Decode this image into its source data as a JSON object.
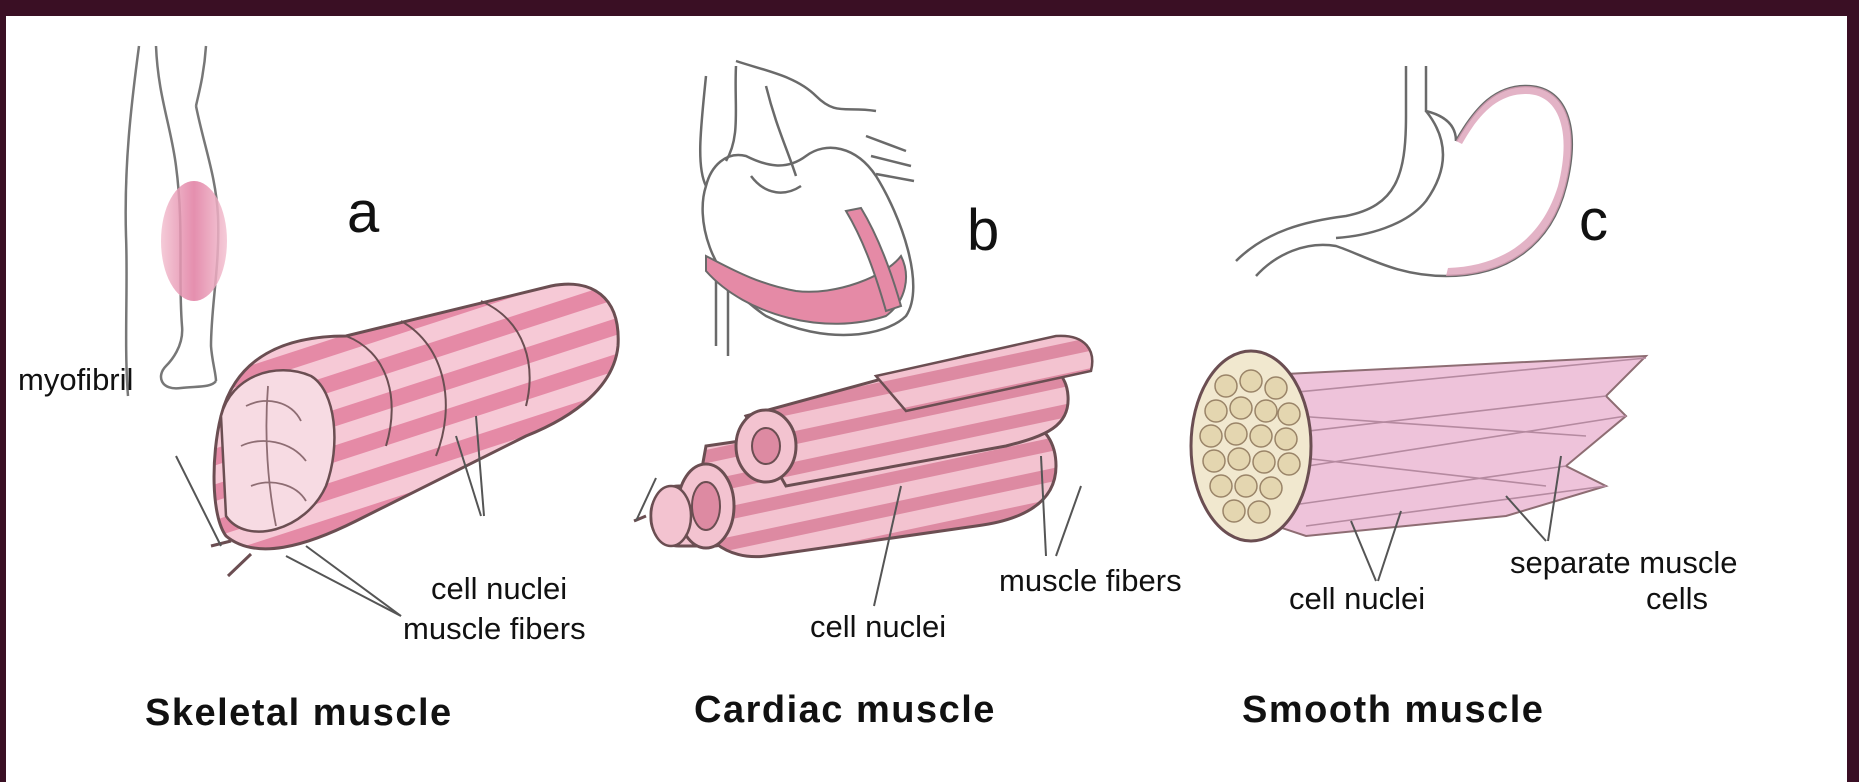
{
  "colors": {
    "frame": "#3a0f24",
    "background": "#ffffff",
    "tissue_pink": "#e58aa6",
    "tissue_light": "#f6c9d6",
    "tissue_outline": "#6b4e52",
    "smooth_cell": "#e9b9d6",
    "smooth_core": "#f1e8cf"
  },
  "panels": [
    {
      "letter": "a",
      "title": "Skeletal muscle",
      "organ_icon": "leg-icon",
      "tissue_icon": "skeletal-muscle-bundle-icon",
      "labels": [
        "myofibril",
        "cell nuclei",
        "muscle fibers"
      ]
    },
    {
      "letter": "b",
      "title": "Cardiac muscle",
      "organ_icon": "heart-icon",
      "tissue_icon": "cardiac-muscle-bundle-icon",
      "labels": [
        "muscle fibers",
        "cell nuclei"
      ]
    },
    {
      "letter": "c",
      "title": "Smooth muscle",
      "organ_icon": "stomach-icon",
      "tissue_icon": "smooth-muscle-bundle-icon",
      "labels": [
        "cell nuclei",
        "separate muscle",
        "cells"
      ]
    }
  ]
}
